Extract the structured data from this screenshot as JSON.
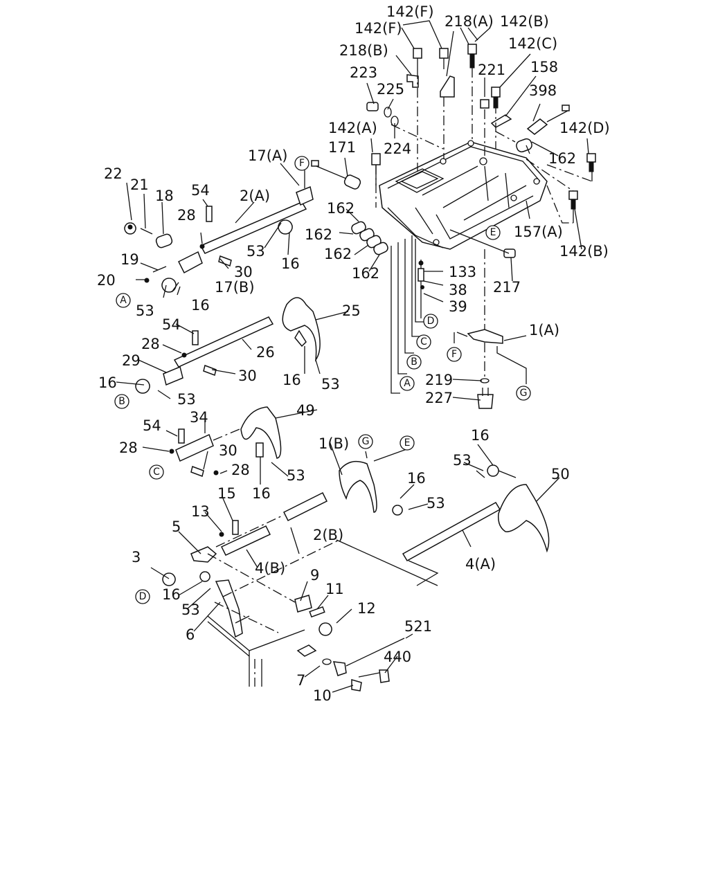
{
  "labels": {
    "142F_a": "142(F)",
    "142F_b": "142(F)",
    "218A": "218(A)",
    "142B_top": "142(B)",
    "218B": "218(B)",
    "142C": "142(C)",
    "223": "223",
    "225": "225",
    "221": "221",
    "158": "158",
    "398": "398",
    "142A": "142(A)",
    "224": "224",
    "142D": "142(D)",
    "171": "171",
    "17A": "17(A)",
    "162_r": "162",
    "22": "22",
    "21": "21",
    "18": "18",
    "54_a": "54",
    "2A": "2(A)",
    "162_a": "162",
    "162_b": "162",
    "157A": "157(A)",
    "28_a": "28",
    "53_a": "53",
    "16_a": "16",
    "162_c": "162",
    "142B_r": "142(B)",
    "133": "133",
    "19": "19",
    "30_a": "30",
    "162_d": "162",
    "38": "38",
    "20": "20",
    "17B": "17(B)",
    "217": "217",
    "16_b": "16",
    "39": "39",
    "53_b": "53",
    "25": "25",
    "54_b": "54",
    "1A": "1(A)",
    "28_b": "28",
    "26": "26",
    "29": "29",
    "30_b": "30",
    "16_c": "16",
    "53_c": "53",
    "219": "219",
    "16_d": "16",
    "227": "227",
    "53_d": "53",
    "49": "49",
    "34": "34",
    "54_c": "54",
    "28_c": "28",
    "30_c": "30",
    "28_d": "28",
    "53_e": "53",
    "1B": "1(B)",
    "16_e": "16",
    "16_f": "16",
    "53_f": "53",
    "50": "50",
    "15": "15",
    "16_g": "16",
    "53_g": "53",
    "13": "13",
    "5": "5",
    "2B": "2(B)",
    "4B": "4(B)",
    "4A": "4(A)",
    "3": "3",
    "9": "9",
    "16_h": "16",
    "11": "11",
    "53_h": "53",
    "12": "12",
    "6": "6",
    "521": "521",
    "440": "440",
    "7": "7",
    "10": "10"
  },
  "callouts": {
    "F_top": "F",
    "E_right": "E",
    "A_left": "A",
    "D_mid": "D",
    "C_mid": "C",
    "B_mid": "B",
    "F_mid": "F",
    "A_mid": "A",
    "G_right": "G",
    "B_left": "B",
    "C_left": "C",
    "G_fork": "G",
    "E_fork": "E",
    "D_left": "D"
  }
}
